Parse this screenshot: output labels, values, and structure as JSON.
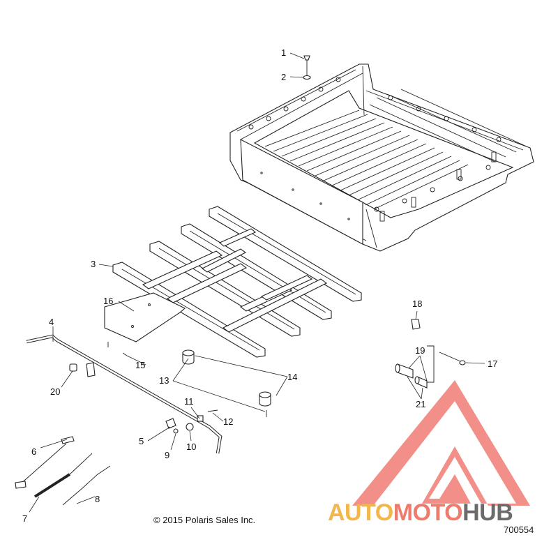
{
  "diagram": {
    "callouts": [
      "1",
      "2",
      "3",
      "4",
      "5",
      "6",
      "7",
      "8",
      "9",
      "10",
      "11",
      "12",
      "13",
      "14",
      "15",
      "16",
      "17",
      "18",
      "19",
      "20",
      "21"
    ],
    "copyright": "© 2015 Polaris Sales Inc.",
    "document_number": "700554"
  },
  "watermark": {
    "part1": "AUTO",
    "part2": "MOTO",
    "part3": "HUB",
    "color_auto": "#f2b64a",
    "color_moto": "#f07b6c",
    "color_hub": "#6b6b6b",
    "triangle_color": "#ee6a60"
  }
}
